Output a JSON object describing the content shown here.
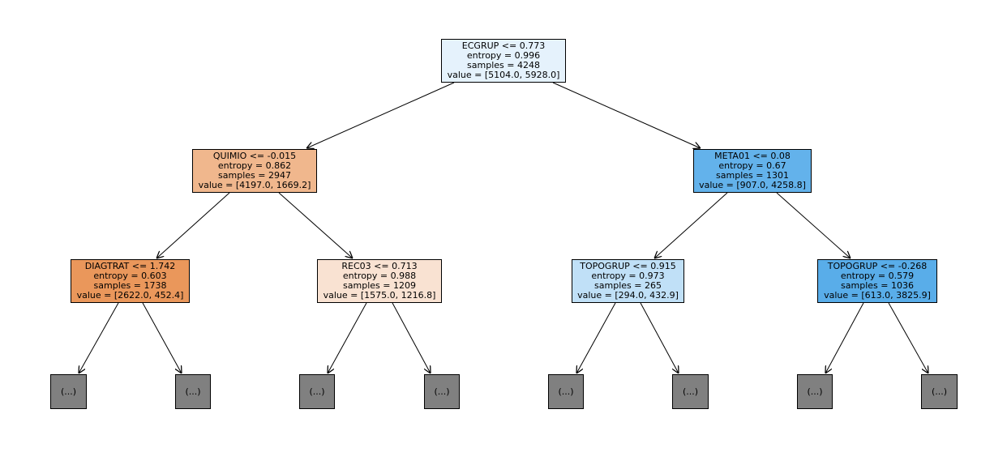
{
  "tree": {
    "nodes": [
      {
        "id": "root",
        "lines": [
          "ECGRUP <= 0.773",
          "entropy = 0.996",
          "samples = 4248",
          "value = [5104.0, 5928.0]"
        ],
        "fill": "#e5f2fc"
      },
      {
        "id": "n1",
        "lines": [
          "QUIMIO <= -0.015",
          "entropy = 0.862",
          "samples = 2947",
          "value = [4197.0, 1669.2]"
        ],
        "fill": "#f0b78d"
      },
      {
        "id": "n2",
        "lines": [
          "META01 <= 0.08",
          "entropy = 0.67",
          "samples = 1301",
          "value = [907.0, 4258.8]"
        ],
        "fill": "#63b2eb"
      },
      {
        "id": "n3",
        "lines": [
          "DIAGTRAT <= 1.742",
          "entropy = 0.603",
          "samples = 1738",
          "value = [2622.0, 452.4]"
        ],
        "fill": "#ea975b"
      },
      {
        "id": "n4",
        "lines": [
          "REC03 <= 0.713",
          "entropy = 0.988",
          "samples = 1209",
          "value = [1575.0, 1216.8]"
        ],
        "fill": "#f9e2d2"
      },
      {
        "id": "n5",
        "lines": [
          "TOPOGRUP <= 0.915",
          "entropy = 0.973",
          "samples = 265",
          "value = [294.0, 432.9]"
        ],
        "fill": "#c0e0f7"
      },
      {
        "id": "n6",
        "lines": [
          "TOPOGRUP <= -0.268",
          "entropy = 0.579",
          "samples = 1036",
          "value = [613.0, 3825.9]"
        ],
        "fill": "#59ade9"
      },
      {
        "id": "l1",
        "lines": [
          "(...)"
        ],
        "fill": "#808080"
      },
      {
        "id": "l2",
        "lines": [
          "(...)"
        ],
        "fill": "#808080"
      },
      {
        "id": "l3",
        "lines": [
          "(...)"
        ],
        "fill": "#808080"
      },
      {
        "id": "l4",
        "lines": [
          "(...)"
        ],
        "fill": "#808080"
      },
      {
        "id": "l5",
        "lines": [
          "(...)"
        ],
        "fill": "#808080"
      },
      {
        "id": "l6",
        "lines": [
          "(...)"
        ],
        "fill": "#808080"
      },
      {
        "id": "l7",
        "lines": [
          "(...)"
        ],
        "fill": "#808080"
      },
      {
        "id": "l8",
        "lines": [
          "(...)"
        ],
        "fill": "#808080"
      }
    ],
    "edges": [
      [
        "root",
        "n1"
      ],
      [
        "root",
        "n2"
      ],
      [
        "n1",
        "n3"
      ],
      [
        "n1",
        "n4"
      ],
      [
        "n2",
        "n5"
      ],
      [
        "n2",
        "n6"
      ],
      [
        "n3",
        "l1"
      ],
      [
        "n3",
        "l2"
      ],
      [
        "n4",
        "l3"
      ],
      [
        "n4",
        "l4"
      ],
      [
        "n5",
        "l5"
      ],
      [
        "n5",
        "l6"
      ],
      [
        "n6",
        "l7"
      ],
      [
        "n6",
        "l8"
      ]
    ]
  }
}
